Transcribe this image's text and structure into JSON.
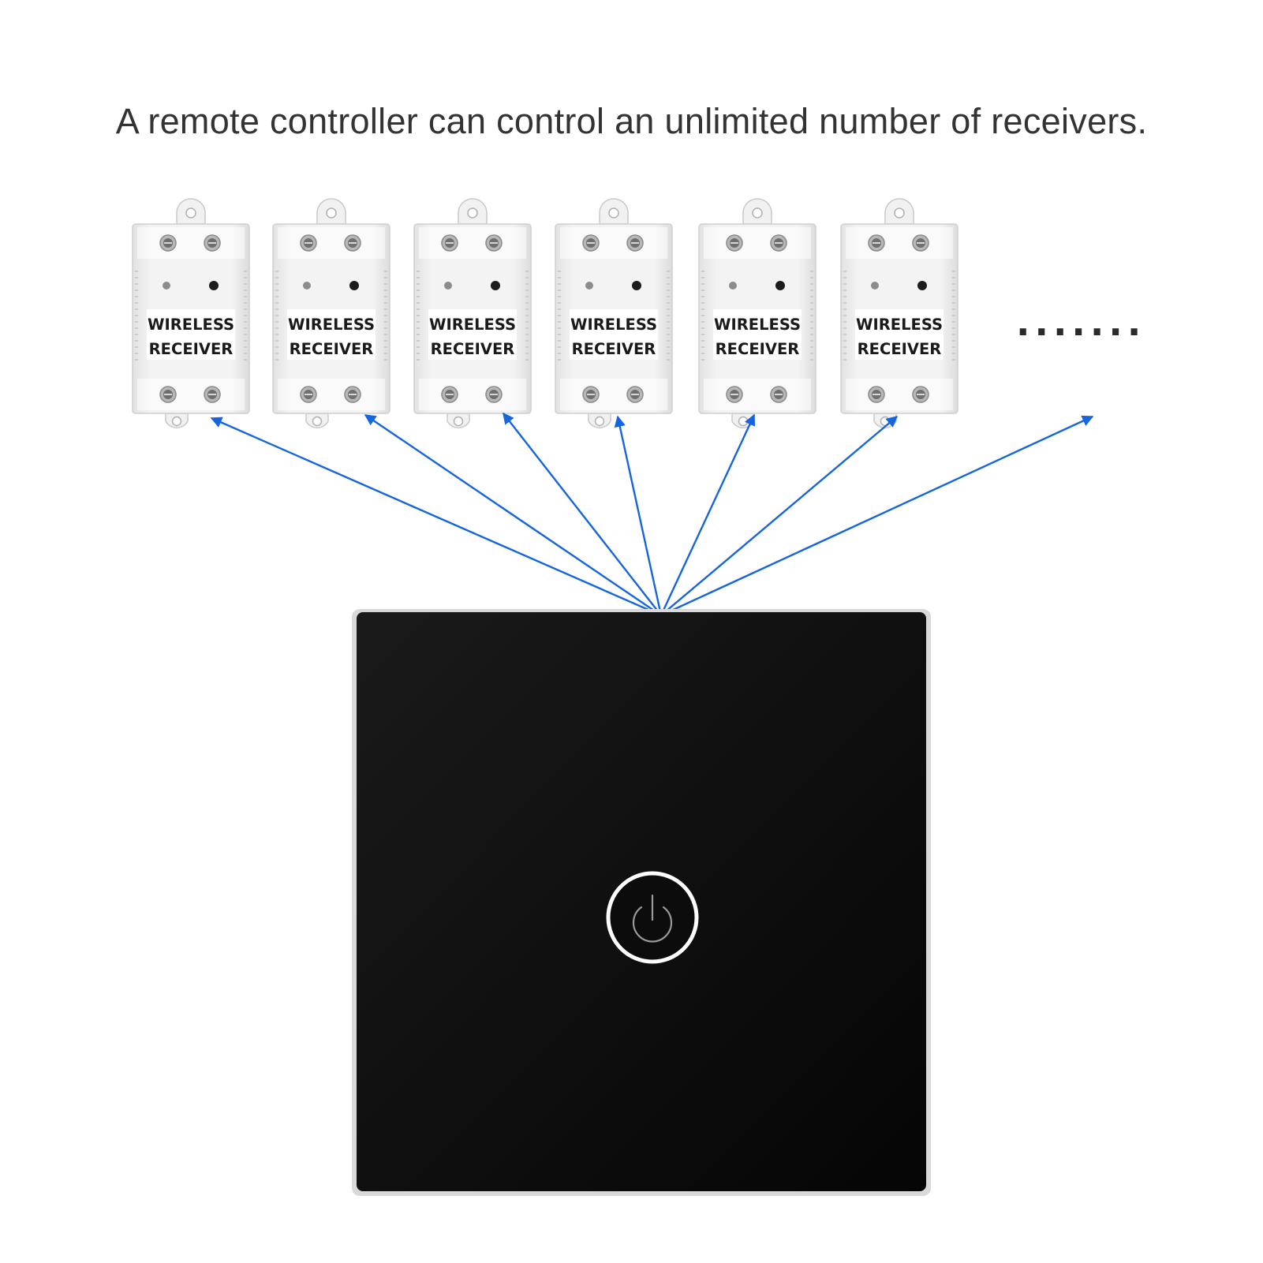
{
  "headline": "A remote controller can control an unlimited number of receivers.",
  "receivers": [
    {
      "line1": "WIRELESS",
      "line2": "RECEIVER"
    },
    {
      "line1": "WIRELESS",
      "line2": "RECEIVER"
    },
    {
      "line1": "WIRELESS",
      "line2": "RECEIVER"
    },
    {
      "line1": "WIRELESS",
      "line2": "RECEIVER"
    },
    {
      "line1": "WIRELESS",
      "line2": "RECEIVER"
    },
    {
      "line1": "WIRELESS",
      "line2": "RECEIVER"
    }
  ],
  "ellipsis": ".......",
  "colors": {
    "arrow": "#1565E0",
    "receiver_body": "#EEEEEE",
    "panel": "#0E0E0E",
    "power_ring": "#FFFFFF",
    "power_icon": "#9A9A9A"
  },
  "icons": {
    "switch_button": "power-icon"
  }
}
